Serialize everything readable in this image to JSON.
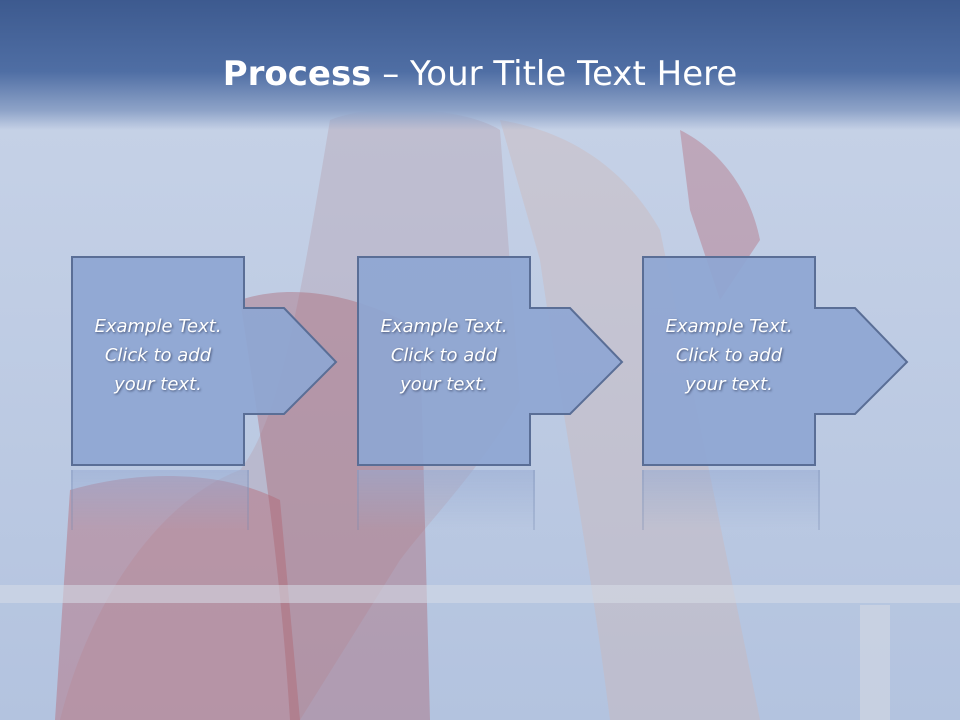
{
  "title": {
    "bold": "Process",
    "rest": " – Your Title Text Here"
  },
  "steps": [
    {
      "line1": "Example Text.",
      "line2": "Click  to add",
      "line3": "your text."
    },
    {
      "line1": "Example Text.",
      "line2": "Click  to add",
      "line3": "your text."
    },
    {
      "line1": "Example Text.",
      "line2": "Click  to add",
      "line3": "your text."
    }
  ],
  "colors": {
    "header": "#3d5a8f",
    "box_fill": "#8ea6d3",
    "box_stroke": "#5a6e96",
    "text": "#ffffff"
  },
  "icons": {
    "arrow": "arrow-right-icon",
    "background": "photo-background"
  }
}
